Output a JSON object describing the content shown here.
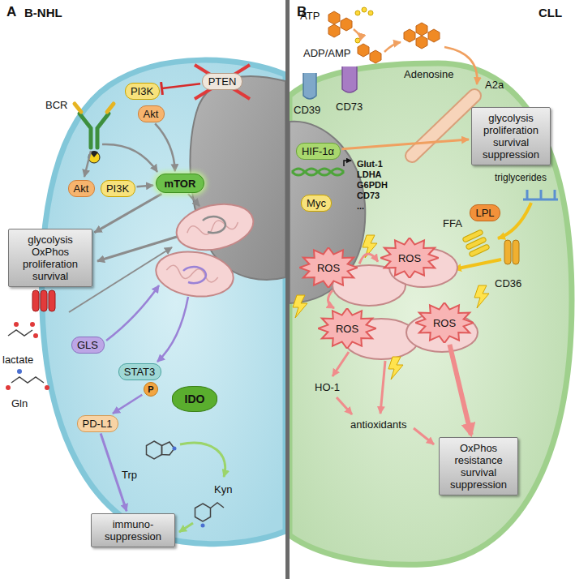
{
  "diagram": {
    "nodes": [
      {
        "text": [
          "PI3K"
        ]
      },
      {
        "text": [
          "Akt"
        ]
      },
      {
        "text": [
          "PTEN"
        ]
      },
      {
        "text": [
          "Akt"
        ]
      },
      {
        "text": [
          "PI3K"
        ]
      },
      {
        "text": [
          "mTOR"
        ]
      },
      {
        "text": [
          "glycolysis OxPhos proliferation survival"
        ]
      },
      {
        "text": [
          "GLS"
        ]
      },
      {
        "text": [
          "STAT3"
        ]
      },
      {
        "text": [
          "P"
        ]
      },
      {
        "text": [
          "PD-L1"
        ]
      },
      {
        "text": [
          "IDO"
        ]
      },
      {
        "text": [
          "immuno-suppression"
        ]
      },
      {
        "text": [
          "HIF-1α"
        ]
      },
      {
        "text": [
          "Myc"
        ]
      },
      {
        "text": [
          "glycolysis proliferation survival suppression"
        ]
      },
      {
        "text": [
          "LPL"
        ]
      },
      {
        "text": [
          "ROS"
        ]
      },
      {
        "text": [
          "ROS"
        ]
      },
      {
        "text": [
          "ROS"
        ]
      },
      {
        "text": [
          "ROS"
        ]
      },
      {
        "text": [
          "OxPhos resistance survival suppression"
        ]
      }
    ],
    "edges": [
      {
        "from": 2,
        "to": 0,
        "arrow": "to"
      },
      {
        "from": 1,
        "to": 5,
        "arrow": "to"
      },
      {
        "from": 4,
        "to": 5,
        "arrow": "to"
      },
      {
        "from": 5,
        "to": 6,
        "arrow": "to"
      },
      {
        "from": 9,
        "to": 10,
        "arrow": "to"
      },
      {
        "from": 10,
        "to": 12,
        "arrow": "to"
      },
      {
        "from": 13,
        "to": 15,
        "arrow": "to"
      },
      {
        "from": 17,
        "to": 18,
        "arrow": "to"
      },
      {
        "from": 20,
        "to": 21,
        "arrow": "to"
      }
    ],
    "labels": [
      "A",
      "B-NHL",
      "B",
      "CLL",
      "BCR",
      "lactate",
      "Gln",
      "Trp",
      "Kyn",
      "ATP",
      "ADP/AMP",
      "Adenosine",
      "CD39",
      "CD73",
      "A2a",
      "Glut-1 LDHA G6PDH CD73 ...",
      "triglycerides",
      "FFA",
      "CD36",
      "HO-1",
      "antioxidants"
    ]
  }
}
